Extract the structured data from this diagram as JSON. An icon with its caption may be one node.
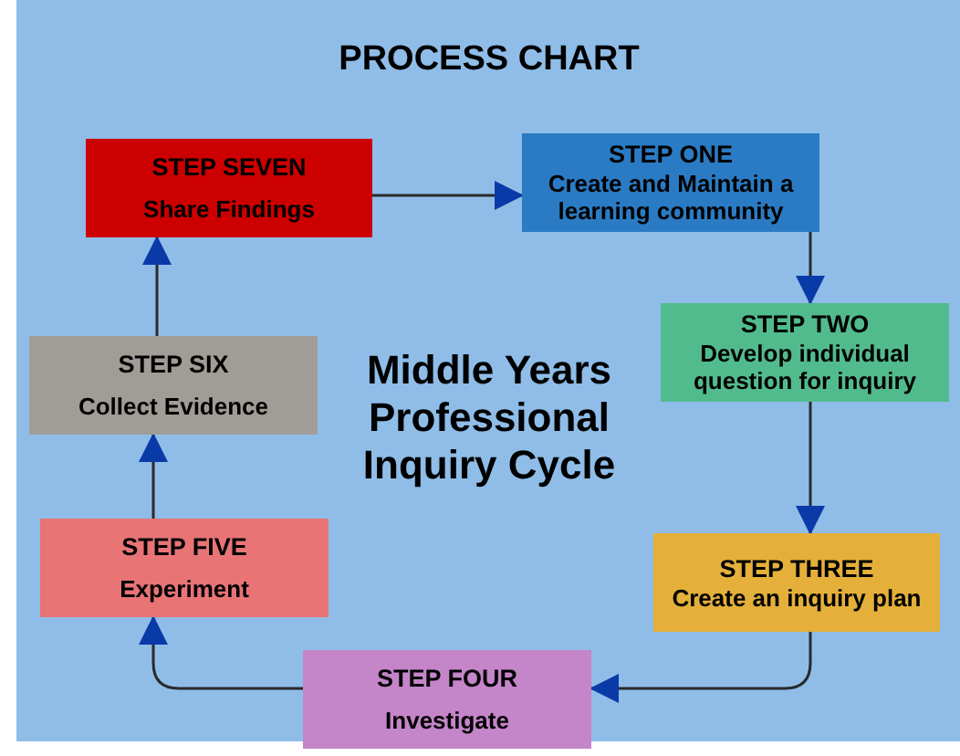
{
  "diagram": {
    "title": "PROCESS CHART",
    "nodes": [
      {
        "text": [
          "STEP SEVEN",
          "Share Findings"
        ]
      },
      {
        "text": [
          "STEP ONE",
          "Create and Maintain a learning community"
        ]
      },
      {
        "text": [
          "STEP TWO",
          "Develop individual question for inquiry"
        ]
      },
      {
        "text": [
          "STEP THREE",
          "Create an inquiry plan"
        ]
      },
      {
        "text": [
          "STEP FOUR",
          "Investigate"
        ]
      },
      {
        "text": [
          "STEP FIVE",
          "Experiment"
        ]
      },
      {
        "text": [
          "STEP SIX",
          "Collect Evidence"
        ]
      }
    ],
    "edges": [
      {
        "from": 0,
        "to": 1,
        "arrow": "to"
      },
      {
        "from": 1,
        "to": 2,
        "arrow": "to"
      },
      {
        "from": 2,
        "to": 3,
        "arrow": "to"
      },
      {
        "from": 3,
        "to": 4,
        "arrow": "to"
      },
      {
        "from": 4,
        "to": 5,
        "arrow": "to"
      },
      {
        "from": 5,
        "to": 6,
        "arrow": "to"
      },
      {
        "from": 6,
        "to": 0,
        "arrow": "to"
      }
    ],
    "labels": [
      "Middle Years Professional Inquiry Cycle"
    ]
  }
}
